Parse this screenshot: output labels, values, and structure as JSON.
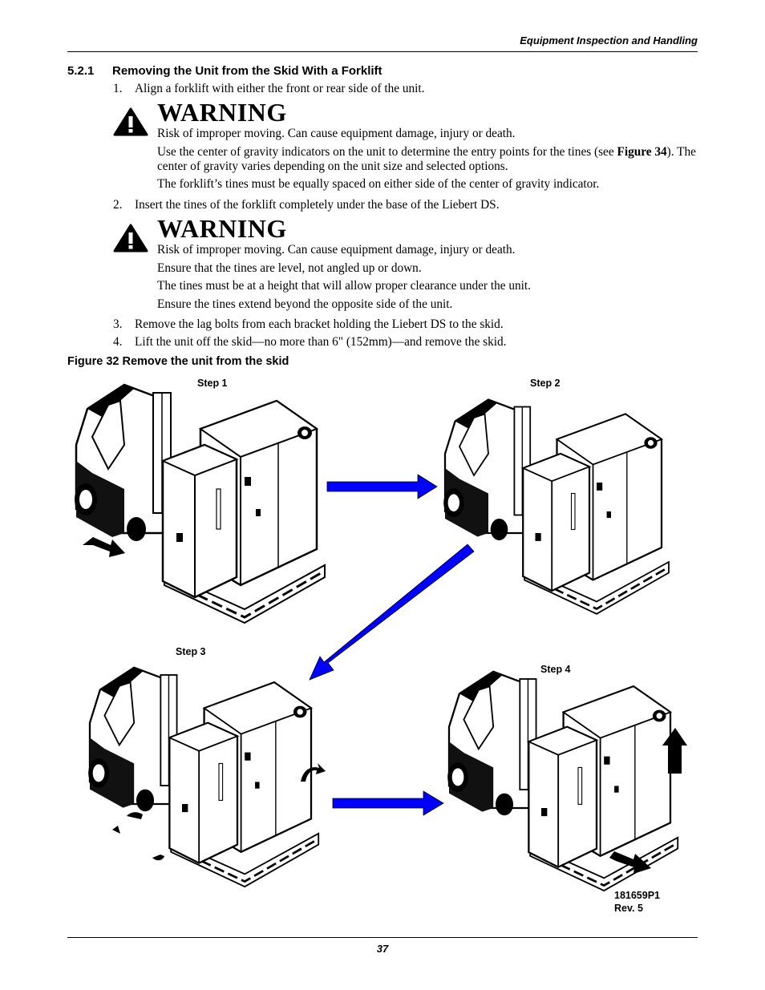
{
  "header": {
    "running_title": "Equipment Inspection and Handling"
  },
  "section": {
    "number": "5.2.1",
    "title": "Removing the Unit from the Skid With a Forklift"
  },
  "steps": [
    {
      "num": "1.",
      "text": "Align a forklift with either the front or rear side of the unit."
    },
    {
      "num": "2.",
      "text": "Insert the tines of the forklift completely under the base of the Liebert DS."
    },
    {
      "num": "3.",
      "text": "Remove the lag bolts from each bracket holding the Liebert DS to the skid."
    },
    {
      "num": "4.",
      "text": "Lift the unit off the skid—no more than 6\" (152mm)—and remove the skid."
    }
  ],
  "warning1": {
    "title": "WARNING",
    "line1": "Risk of improper moving. Can cause equipment damage, injury or death.",
    "line2_pre": "Use the center of gravity indicators on the unit to determine the entry points for the tines (see ",
    "line2_ref": "Figure 34",
    "line2_post": "). The center of gravity varies depending on the unit size and selected options.",
    "line3": "The forklift’s tines must be equally spaced on either side of the center of gravity indicator."
  },
  "warning2": {
    "title": "WARNING",
    "line1": "Risk of improper moving. Can cause equipment damage, injury or death.",
    "line2": "Ensure that the tines are level, not angled up or down.",
    "line3": "The tines must be at a height that will allow proper clearance under the unit.",
    "line4": "Ensure the tines extend beyond the opposite side of the unit."
  },
  "figure": {
    "caption": "Figure 32  Remove the unit from the skid",
    "step_labels": [
      "Step 1",
      "Step 2",
      "Step 3",
      "Step 4"
    ],
    "ref_code": "181659P1",
    "ref_rev": "Rev. 5",
    "arrow_color": "#0000ff"
  },
  "footer": {
    "page": "37"
  }
}
